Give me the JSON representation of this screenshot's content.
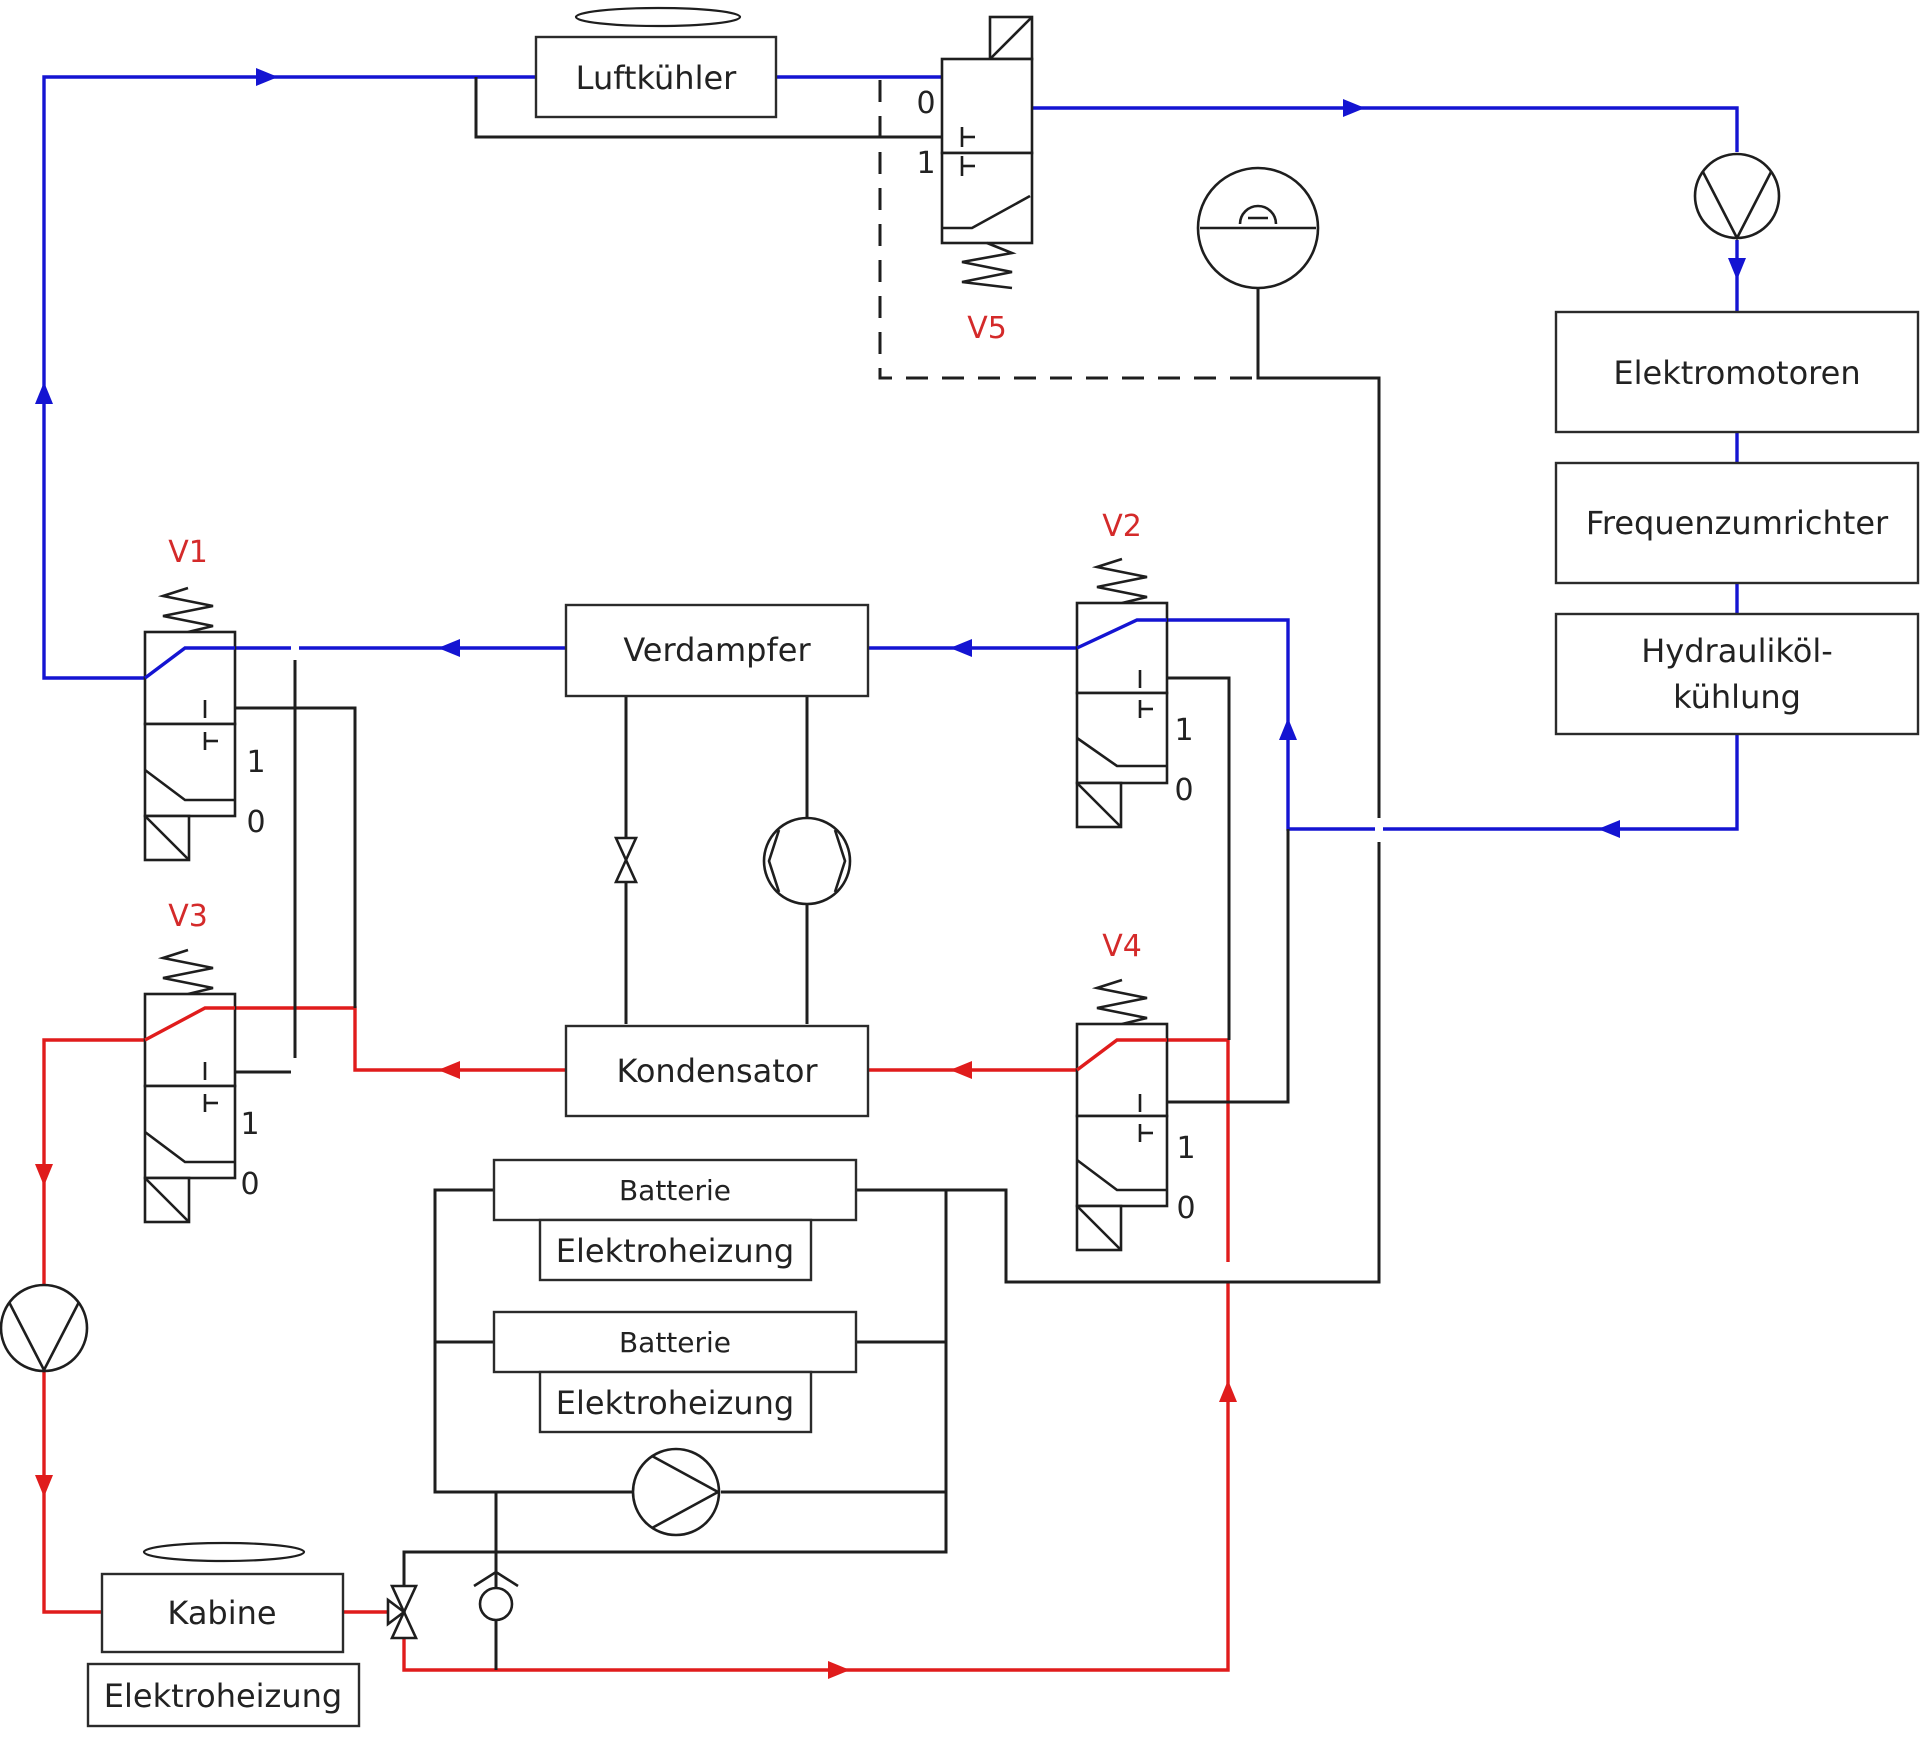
{
  "colors": {
    "cold_loop": "#1414d2",
    "hot_loop": "#e01c1c",
    "valve_label": "#d42a2a",
    "line": "#1e1e1e"
  },
  "components": {
    "luftkuehler": "Luftkühler",
    "elektromotoren": "Elektromotoren",
    "frequenzumrichter": "Frequenzumrichter",
    "hydraulikoel_line1": "Hydrauliköl-",
    "hydraulikoel_line2": "kühlung",
    "verdampfer": "Verdampfer",
    "kondensator": "Kondensator",
    "batterie_1": "Batterie",
    "elektroheizung_1": "Elektroheizung",
    "batterie_2": "Batterie",
    "elektroheizung_2": "Elektroheizung",
    "kabine": "Kabine",
    "elektroheizung_kabine": "Elektroheizung"
  },
  "valves": {
    "v1": {
      "name": "V1",
      "pos_1": "1",
      "pos_0": "0"
    },
    "v2": {
      "name": "V2",
      "pos_1": "1",
      "pos_0": "0"
    },
    "v3": {
      "name": "V3",
      "pos_1": "1",
      "pos_0": "0"
    },
    "v4": {
      "name": "V4",
      "pos_1": "1",
      "pos_0": "0"
    },
    "v5": {
      "name": "V5",
      "pos_0": "0",
      "pos_1": "1"
    }
  }
}
